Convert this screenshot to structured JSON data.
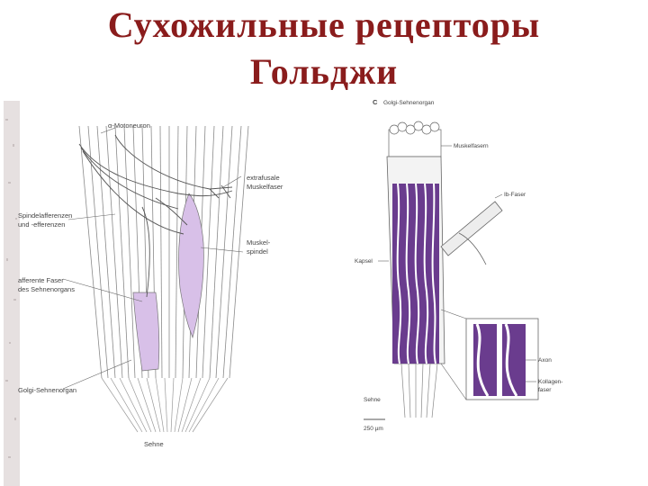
{
  "colors": {
    "title": "#8a1c1c",
    "spindle": "#d8c0e8",
    "muscle_fiber": "#6a3c8e",
    "line": "#555555"
  },
  "title": {
    "line1": "Сухожильные рецепторы",
    "line2": "Гольджи"
  },
  "left_figure": {
    "labels": {
      "motoneuron": "α-Motoneuron",
      "extrafusal_1": "extrafusale",
      "extrafusal_2": "Muskelfaser",
      "spindle_efferents_1": "Spindelafferenzen",
      "spindle_efferents_2": "und -efferenzen",
      "spindle_1": "Muskel-",
      "spindle_2": "spindel",
      "afferent_1": "afferente Faser",
      "afferent_2": "des Sehnenorgans",
      "golgi": "Golgi-Sehnenorgan",
      "tendon": "Sehne"
    }
  },
  "right_figure": {
    "panel_letter": "C",
    "labels": {
      "title": "Golgi-Sehnenorgan",
      "muscle_fibers": "Muskelfasern",
      "ib_fiber": "Ib-Faser",
      "capsule": "Kapsel",
      "axon": "Axon",
      "collagen_1": "Kollagen-",
      "collagen_2": "faser",
      "tendon": "Sehne",
      "scale": "250 µm"
    }
  }
}
